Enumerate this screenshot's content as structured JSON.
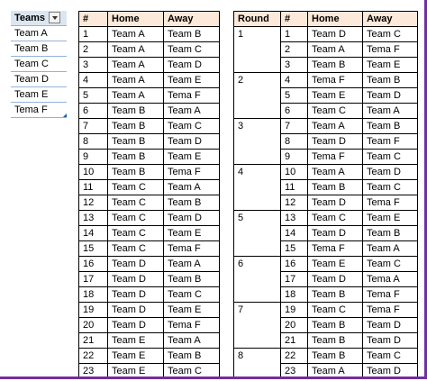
{
  "teams_table": {
    "header": "Teams",
    "items": [
      "Team A",
      "Team B",
      "Team C",
      "Team D",
      "Team E",
      "Tema F"
    ]
  },
  "matches_table": {
    "headers": [
      "#",
      "Home",
      "Away"
    ],
    "rows": [
      [
        "1",
        "Team A",
        "Team B"
      ],
      [
        "2",
        "Team A",
        "Team C"
      ],
      [
        "3",
        "Team A",
        "Team D"
      ],
      [
        "4",
        "Team A",
        "Team E"
      ],
      [
        "5",
        "Team A",
        "Tema F"
      ],
      [
        "6",
        "Team B",
        "Team A"
      ],
      [
        "7",
        "Team B",
        "Team C"
      ],
      [
        "8",
        "Team B",
        "Team D"
      ],
      [
        "9",
        "Team B",
        "Team E"
      ],
      [
        "10",
        "Team B",
        "Tema F"
      ],
      [
        "11",
        "Team C",
        "Team A"
      ],
      [
        "12",
        "Team C",
        "Team B"
      ],
      [
        "13",
        "Team C",
        "Team D"
      ],
      [
        "14",
        "Team C",
        "Team E"
      ],
      [
        "15",
        "Team C",
        "Tema F"
      ],
      [
        "16",
        "Team D",
        "Team A"
      ],
      [
        "17",
        "Team D",
        "Team B"
      ],
      [
        "18",
        "Team D",
        "Team C"
      ],
      [
        "19",
        "Team D",
        "Team E"
      ],
      [
        "20",
        "Team D",
        "Tema F"
      ],
      [
        "21",
        "Team E",
        "Team A"
      ],
      [
        "22",
        "Team E",
        "Team B"
      ],
      [
        "23",
        "Team E",
        "Team C"
      ]
    ]
  },
  "rounds_table": {
    "headers": [
      "Round",
      "#",
      "Home",
      "Away"
    ],
    "rows": [
      [
        "1",
        "1",
        "Team D",
        "Team C"
      ],
      [
        "",
        "2",
        "Team A",
        "Tema F"
      ],
      [
        "",
        "3",
        "Team B",
        "Team E"
      ],
      [
        "2",
        "4",
        "Tema F",
        "Team B"
      ],
      [
        "",
        "5",
        "Team E",
        "Team D"
      ],
      [
        "",
        "6",
        "Team C",
        "Team A"
      ],
      [
        "3",
        "7",
        "Team A",
        "Team B"
      ],
      [
        "",
        "8",
        "Team D",
        "Team F"
      ],
      [
        "",
        "9",
        "Tema F",
        "Team C"
      ],
      [
        "4",
        "10",
        "Team A",
        "Team D"
      ],
      [
        "",
        "11",
        "Team B",
        "Team C"
      ],
      [
        "",
        "12",
        "Team D",
        "Tema F"
      ],
      [
        "5",
        "13",
        "Team C",
        "Team E"
      ],
      [
        "",
        "14",
        "Team D",
        "Team B"
      ],
      [
        "",
        "15",
        "Tema F",
        "Team A"
      ],
      [
        "6",
        "16",
        "Team E",
        "Team C"
      ],
      [
        "",
        "17",
        "Team D",
        "Tema A"
      ],
      [
        "",
        "18",
        "Team B",
        "Tema F"
      ],
      [
        "7",
        "19",
        "Team C",
        "Tema F"
      ],
      [
        "",
        "20",
        "Team B",
        "Team D"
      ],
      [
        "",
        "21",
        "Team B",
        "Team D"
      ],
      [
        "8",
        "22",
        "Team B",
        "Team C"
      ],
      [
        "",
        "23",
        "Team A",
        "Team D"
      ]
    ]
  }
}
